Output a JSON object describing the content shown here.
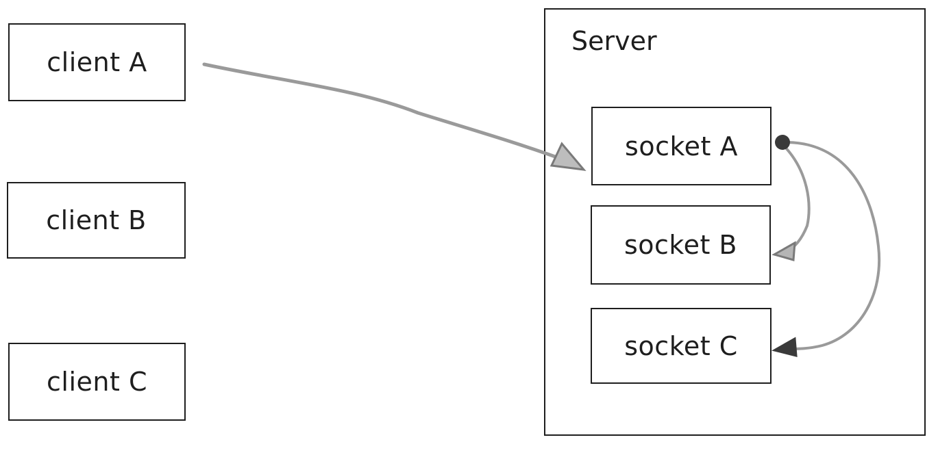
{
  "server": {
    "title": "Server"
  },
  "clients": [
    {
      "label": "client A"
    },
    {
      "label": "client B"
    },
    {
      "label": "client C"
    }
  ],
  "sockets": [
    {
      "label": "socket A"
    },
    {
      "label": "socket B"
    },
    {
      "label": "socket C"
    }
  ],
  "connections": [
    {
      "from": "client A",
      "to": "socket A"
    },
    {
      "from": "socket A",
      "to": "socket B"
    },
    {
      "from": "socket A",
      "to": "socket C"
    }
  ],
  "colors": {
    "stroke": "#1e1e1e",
    "arrow": "#9a9a9a",
    "arrowhead_dark": "#3a3a3a",
    "background": "#ffffff"
  }
}
